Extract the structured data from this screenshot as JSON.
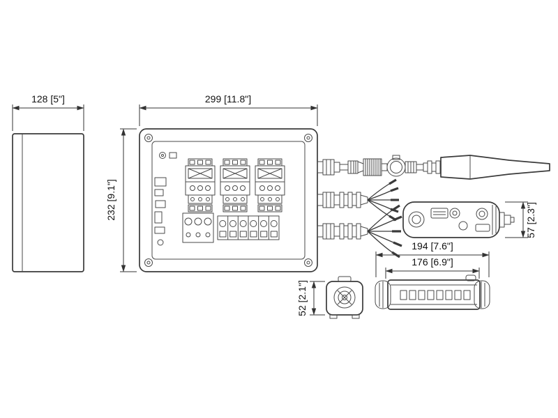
{
  "drawing": {
    "kind": "dimensional-technical-drawing",
    "subject": "control box with cable assemblies and remote handset"
  },
  "dimensions": {
    "enclosure_depth": "128 [5\"]",
    "box_width": "299 [11.8\"]",
    "box_height": "232 [9.1\"]",
    "remote_overall_length": "194 [7.6\"]",
    "remote_body_length": "176 [6.9\"]",
    "remote_height": "57 [2.3\"]",
    "remote_width": "52 [2.1\"]"
  },
  "colors": {
    "line": "#3a3a3a",
    "dimension": "#333333",
    "background": "#ffffff"
  }
}
